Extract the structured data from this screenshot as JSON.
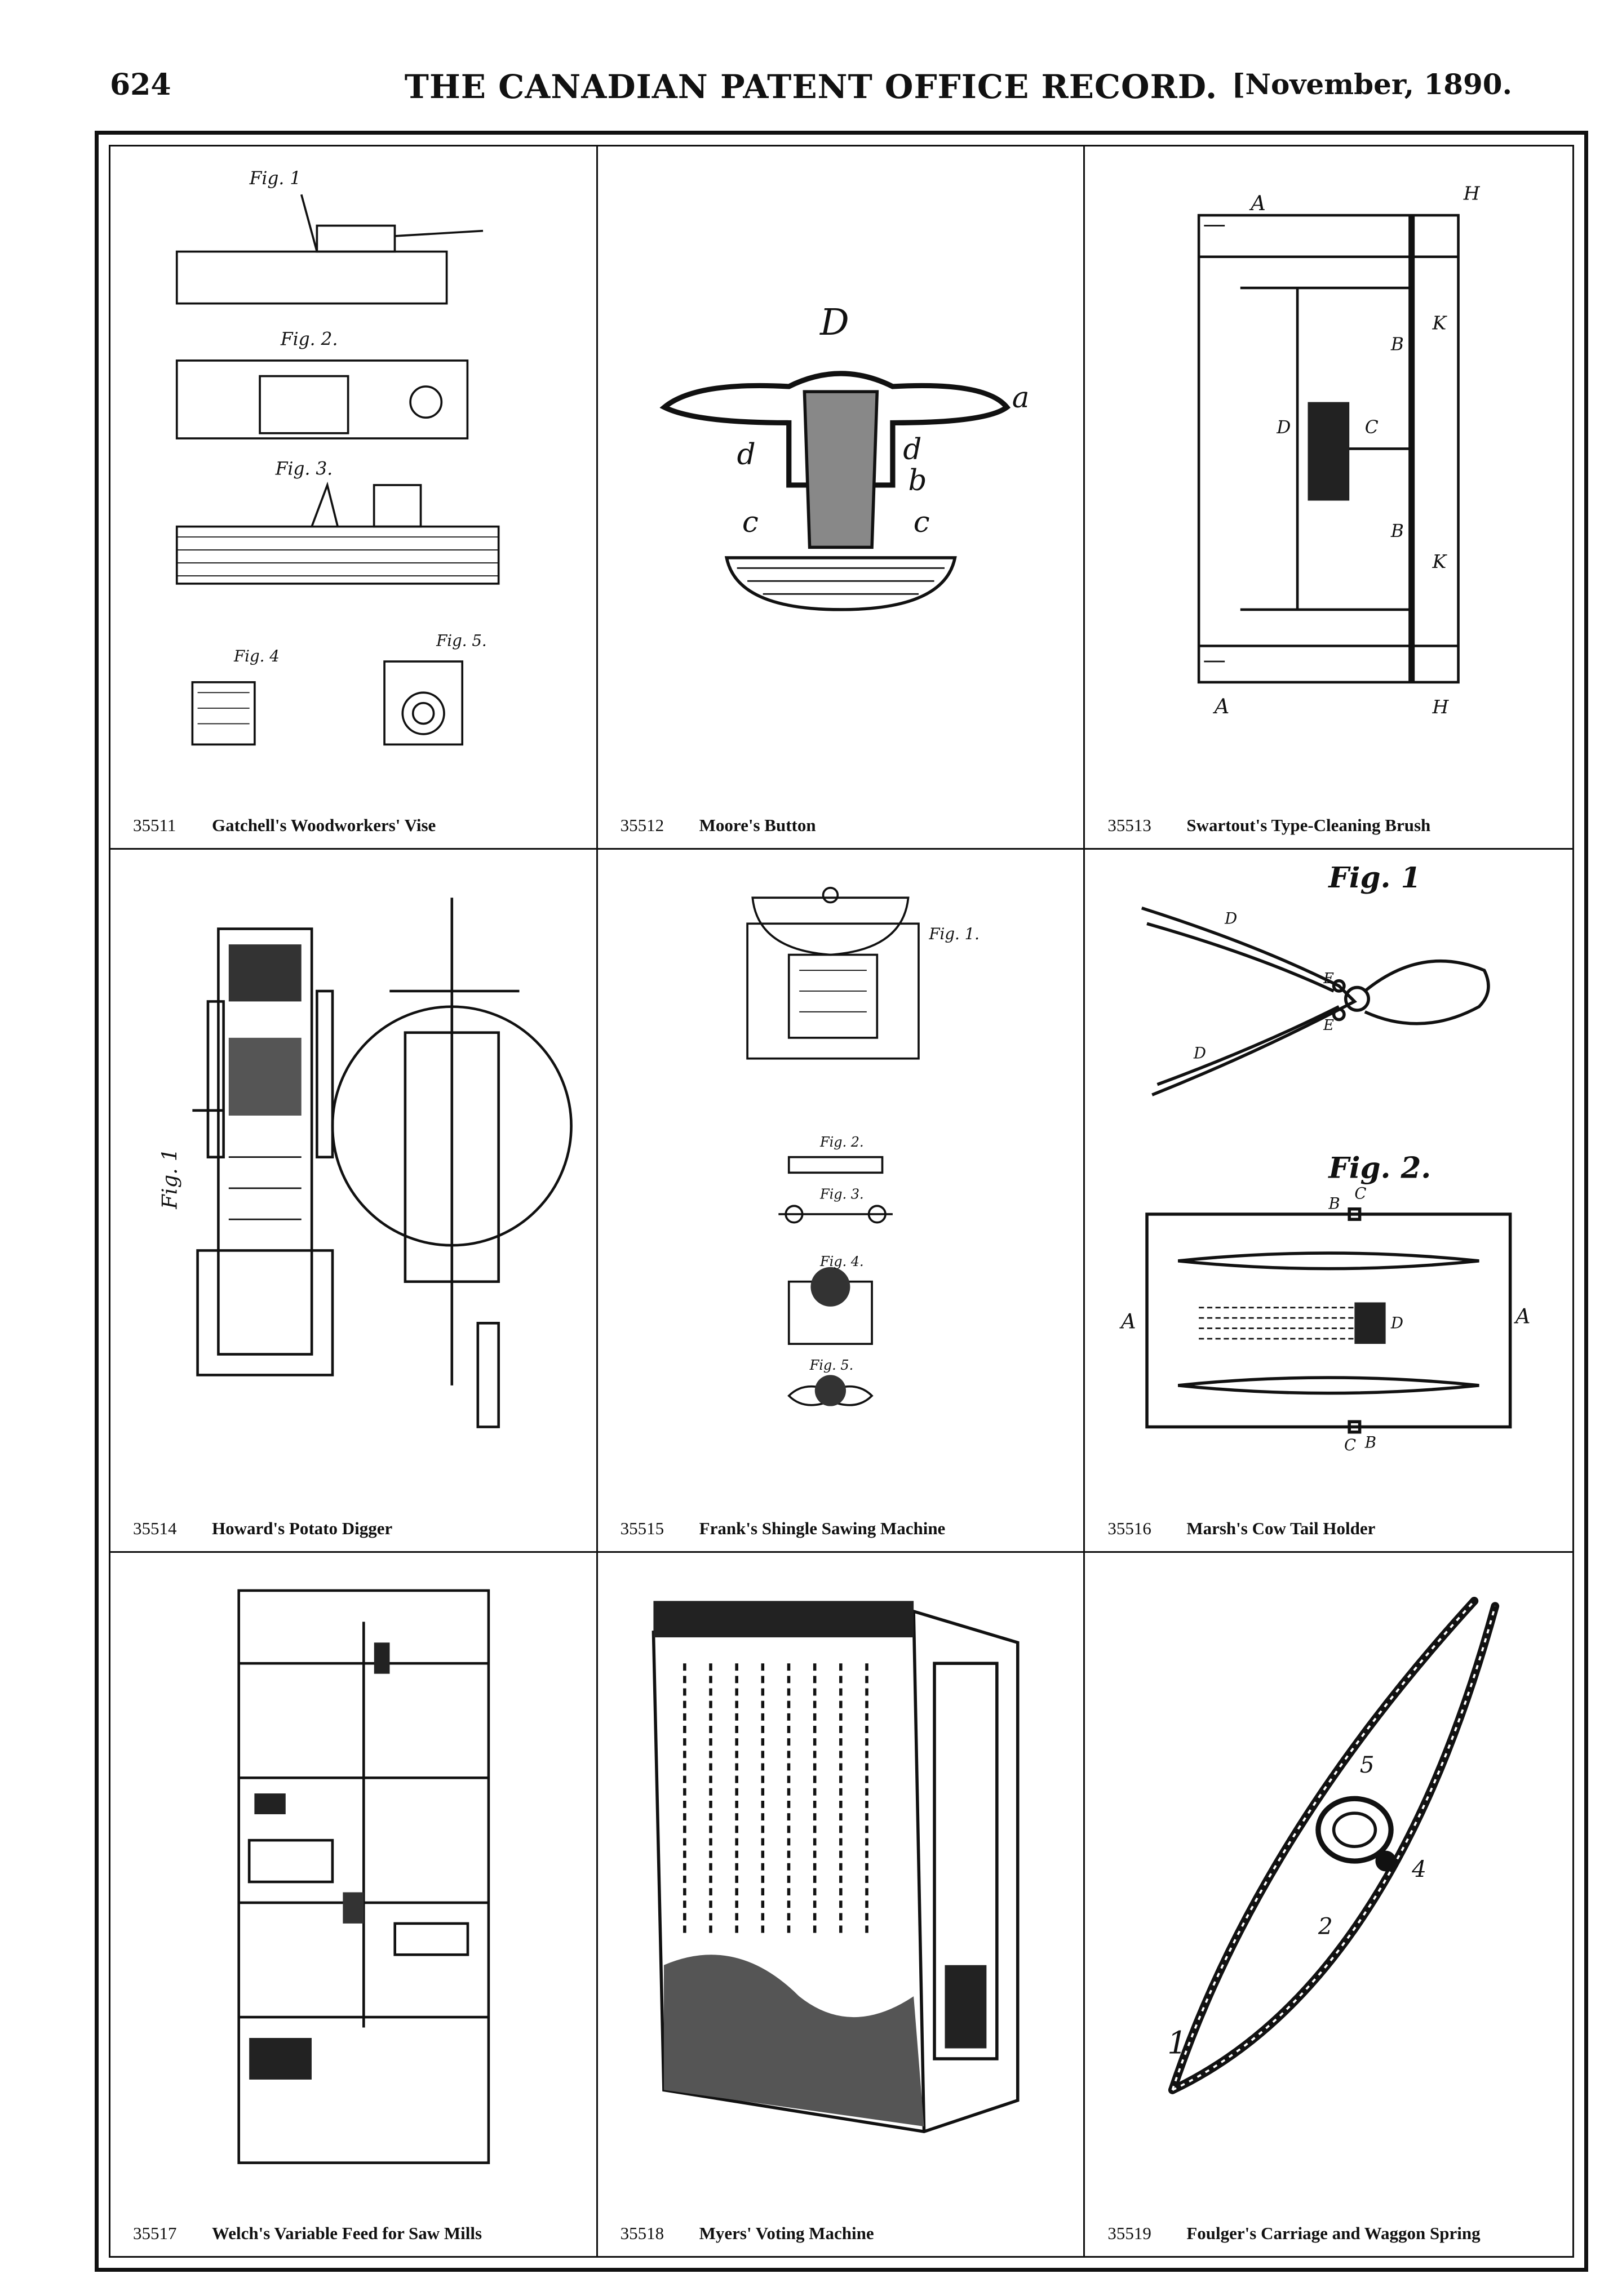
{
  "header": {
    "page_number": "624",
    "title": "THE CANADIAN PATENT OFFICE RECORD.",
    "date": "[November, 1890."
  },
  "patents": [
    {
      "number": "35511",
      "title": "Gatchell's Woodworkers' Vise",
      "figure_labels": [
        "Fig. 1",
        "Fig. 2.",
        "Fig. 3.",
        "Fig. 4",
        "Fig. 5."
      ]
    },
    {
      "number": "35512",
      "title": "Moore's Button",
      "figure_labels": [
        "D",
        "a",
        "d",
        "d",
        "b",
        "c",
        "c"
      ]
    },
    {
      "number": "35513",
      "title": "Swartout's Type-Cleaning Brush",
      "figure_labels": [
        "A",
        "A",
        "H",
        "H",
        "K",
        "K",
        "B",
        "B",
        "D",
        "C"
      ]
    },
    {
      "number": "35514",
      "title": "Howard's Potato Digger",
      "figure_labels": [
        "Fig. 1"
      ]
    },
    {
      "number": "35515",
      "title": "Frank's Shingle Sawing Machine",
      "figure_labels": [
        "Fig. 1.",
        "Fig. 2.",
        "Fig. 3.",
        "Fig. 4.",
        "Fig. 5."
      ]
    },
    {
      "number": "35516",
      "title": "Marsh's Cow Tail Holder",
      "figure_labels": [
        "Fig. 1",
        "Fig. 2.",
        "A",
        "A",
        "B",
        "B",
        "C",
        "C",
        "D",
        "D",
        "D",
        "E",
        "E"
      ]
    },
    {
      "number": "35517",
      "title": "Welch's Variable Feed for Saw Mills",
      "figure_labels": []
    },
    {
      "number": "35518",
      "title": "Myers' Voting Machine",
      "figure_labels": []
    },
    {
      "number": "35519",
      "title": "Foulger's Carriage and Waggon Spring",
      "figure_labels": [
        "1",
        "2",
        "4",
        "5"
      ]
    }
  ],
  "colors": {
    "ink": "#111111",
    "paper": "#ffffff"
  }
}
